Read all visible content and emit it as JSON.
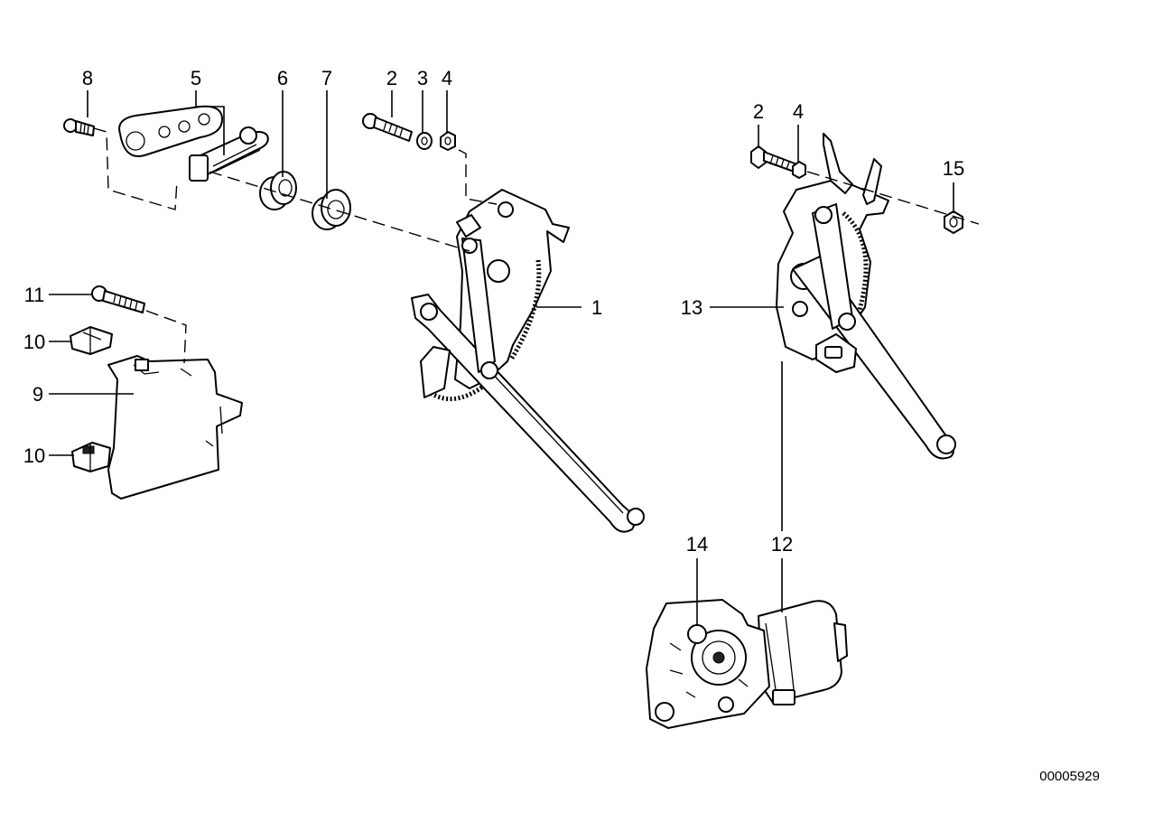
{
  "callouts": {
    "c8": "8",
    "c5": "5",
    "c6": "6",
    "c7": "7",
    "c2a": "2",
    "c3": "3",
    "c4a": "4",
    "c2b": "2",
    "c4b": "4",
    "c15": "15",
    "c1": "1",
    "c13": "13",
    "c11": "11",
    "c10a": "10",
    "c9": "9",
    "c10b": "10",
    "c14": "14",
    "c12": "12"
  },
  "document_id": "00005929"
}
